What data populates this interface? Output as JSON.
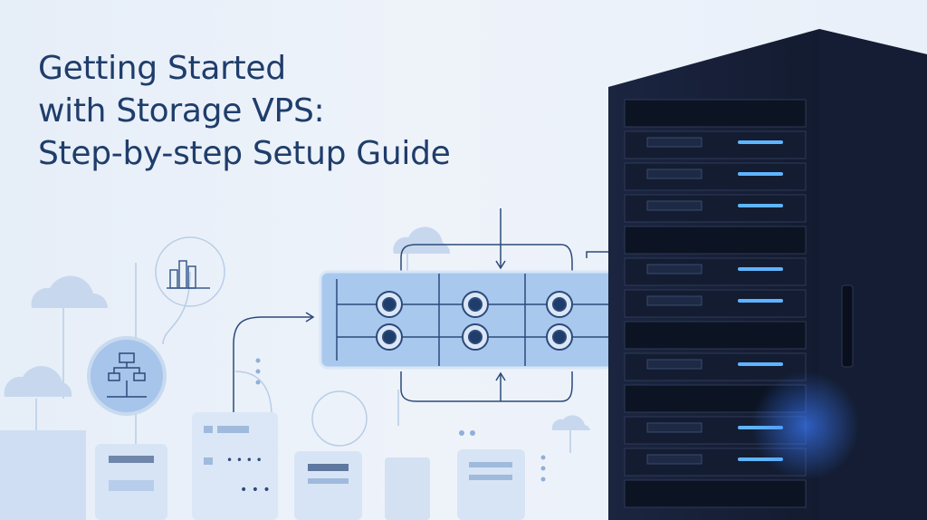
{
  "hero": {
    "title_lines": [
      "Getting Started",
      "with Storage VPS:",
      "Step-by-step Setup Guide"
    ]
  },
  "colors": {
    "title": "#1f3d6b",
    "accent_led": "#5fb4ff",
    "rack": "#1a2438",
    "diagram_fill": "#a9c8ee",
    "line": "#2c4a7a"
  },
  "icons": [
    "cloud-icon",
    "bar-chart-icon",
    "network-tree-icon",
    "server-rack",
    "pipeline-diagram"
  ]
}
